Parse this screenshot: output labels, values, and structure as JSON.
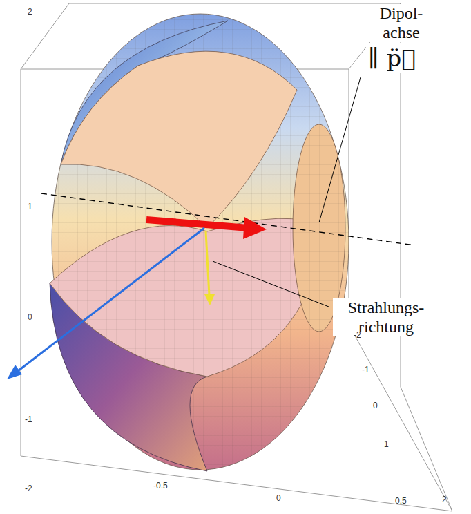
{
  "diagram": {
    "labels": [
      "Dipol- achse",
      "∥ p̈⃗",
      "Strahlungs- richtung",
      "2",
      "1",
      "0",
      "-1",
      "-2",
      "-0.5",
      "0",
      "0.5",
      "-2",
      "-1",
      "0",
      "1",
      "2"
    ]
  }
}
